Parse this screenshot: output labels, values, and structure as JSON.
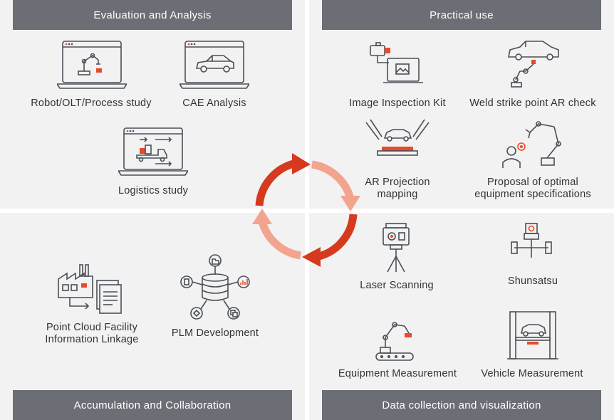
{
  "sections": {
    "evaluation": "Evaluation and Analysis",
    "practical": "Practical use",
    "accumulation": "Accumulation and Collaboration",
    "data_collection": "Data collection and visualization"
  },
  "items": {
    "robot": "Robot/OLT/Process study",
    "cae": "CAE Analysis",
    "logistics": "Logistics study",
    "image_kit": "Image Inspection Kit",
    "weld": "Weld strike point AR check",
    "ar_projection": "AR Projection\nmapping",
    "proposal": "Proposal of optimal\nequipment specifications",
    "laser": "Laser Scanning",
    "shunsatsu": "Shunsatsu",
    "equipment_measurement": "Equipment Measurement",
    "vehicle_measurement": "Vehicle Measurement",
    "point_cloud": "Point Cloud Facility\nInformation Linkage",
    "plm": "PLM Development"
  },
  "colors": {
    "panel": "#f2f2f2",
    "banner": "#6b6e75",
    "icon_stroke": "#4a4f57",
    "accent_red": "#e8492b",
    "arrow_dark": "#d63a1e",
    "arrow_light": "#f2a48f"
  },
  "icons": {
    "robot": "laptop-robot-arm-icon",
    "cae": "laptop-car-icon",
    "logistics": "laptop-forklift-icon",
    "image_kit": "camera-monitor-icon",
    "weld": "robot-welding-car-icon",
    "ar_projection": "projection-car-icon",
    "proposal": "engineer-robot-icon",
    "laser": "laser-scanner-icon",
    "shunsatsu": "shunsatsu-device-icon",
    "equipment_measurement": "measuring-arm-icon",
    "vehicle_measurement": "vehicle-lift-icon",
    "point_cloud": "factory-documents-icon",
    "plm": "database-network-icon"
  }
}
